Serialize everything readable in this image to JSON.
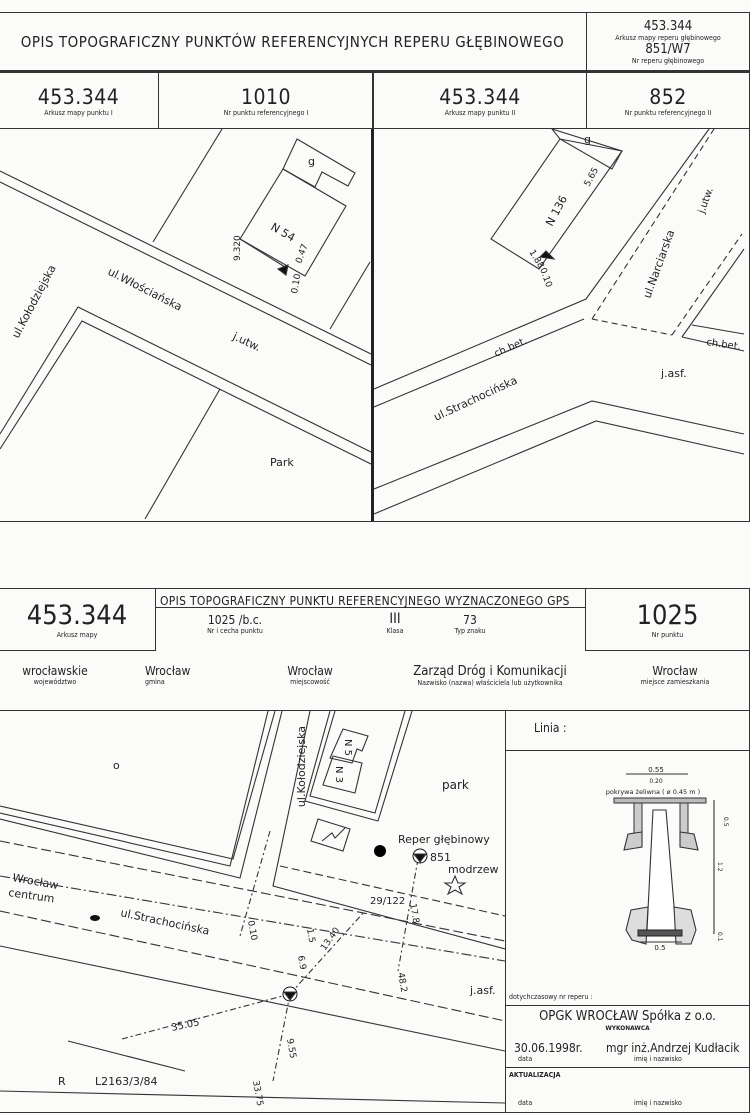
{
  "top_form": {
    "title": "OPIS   TOPOGRAFICZNY PUNKTÓW REFERENCYJNYCH REPERU GŁĘBINOWEGO",
    "deep_sheet": "453.344",
    "deep_sheet_label": "Arkusz mapy reperu głębinowego",
    "deep_number": "851/W7",
    "deep_number_label": "Nr reperu głębinowego",
    "point1_sheet": "453.344",
    "point1_sheet_label": "Arkusz mapy punktu I",
    "point1_number": "1010",
    "point1_number_label": "Nr punktu referencyjnego I",
    "point2_sheet": "453.344",
    "point2_sheet_label": "Arkusz mapy punktu II",
    "point2_number": "852",
    "point2_number_label": "Nr punktu referencyjnego II"
  },
  "map1": {
    "garage": "g",
    "building": "N 54",
    "dim1": "9.320",
    "dim2": "0.47",
    "dim3": "0.10",
    "street1": "ul.Włościańska",
    "street2": "ul.Kołodziejska",
    "surface": "j.utw.",
    "park": "Park"
  },
  "map2": {
    "garage": "g",
    "building": "N 136",
    "dim1": "5.65",
    "dim2": "1.88",
    "dim3": "0.10",
    "street1": "ul.Narciarska",
    "street2": "ul.Strachocińska",
    "surface1": "j.utw.",
    "surface2": "j.asf.",
    "curb1": "ch.bet.",
    "curb2": "ch.bet."
  },
  "gps_form": {
    "sheet": "453.344",
    "sheet_label": "Arkusz mapy",
    "title": "OPIS   TOPOGRAFICZNY PUNKTU REFERENCYJNEGO   WYZNACZONEGO  GPS",
    "mark": "1025  /b.c.",
    "mark_label": "Nr i cecha  punktu",
    "class": "III",
    "class_label": "Klasa",
    "sign_type": "73",
    "sign_type_label": "Typ znaku",
    "number": "1025",
    "number_label": "Nr punktu",
    "voivodeship": "wrocławskie",
    "voivodeship_label": "województwo",
    "commune": "Wrocław",
    "commune_label": "gmina",
    "locality": "Wrocław",
    "locality_label": "miejscowość",
    "owner": "Zarząd Dróg i Komunikacji",
    "owner_label": "Nazwisko (nazwa) właściciela lub użytkownika",
    "residence": "Wrocław",
    "residence_label": "miejsce zamieszkania"
  },
  "map3": {
    "street1": "ul.Kołodziejska",
    "b1": "N 5",
    "b2": "N 3",
    "park": "park",
    "reper": "Reper głębinowy",
    "reper_no": "851",
    "tree": "modrzew",
    "city": "Wrocław",
    "city2": "centrum",
    "street2": "ul.Strachocińska",
    "parcel": "29/122",
    "d1": "0.10",
    "d2": "1.5",
    "d3": "13.40",
    "d4": "17.8",
    "d5": "6.9",
    "d6": "48.2",
    "d7": "35.05",
    "d8": "9.55",
    "d9": "33.75",
    "surface": "j.asf.",
    "r": "R",
    "line_id": "L2163/3/84",
    "o": "o"
  },
  "side_panel": {
    "line_label": "Linia :",
    "dim_top": "0.55",
    "dim_inner": "0.20",
    "cover": "pokrywa żeliwna ( ø 0.45 m )",
    "dim_bottom": "0.5",
    "dim_v1": "0.5",
    "dim_v2": "1.2",
    "dim_v3": "0.1",
    "previous": "dotychczasowy nr reperu :",
    "contractor": "OPGK   WROCŁAW  Spółka z o.o.",
    "contractor_label": "WYKONAWCA",
    "date": "30.06.1998r.",
    "date_label": "data",
    "person": "mgr inż.Andrzej Kudłacik",
    "person_label": "imię i nazwisko",
    "update": "AKTUALIZACJA",
    "update_date_label": "data",
    "update_person_label": "imię i nazwisko"
  }
}
